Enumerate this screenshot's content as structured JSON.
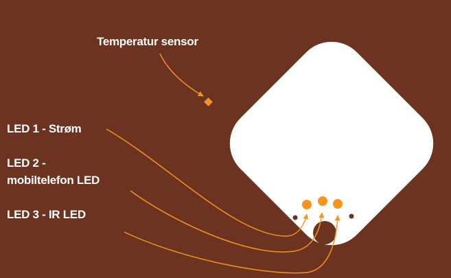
{
  "labels": {
    "temp_sensor": "Temperatur sensor",
    "led1": "LED 1 - Strøm",
    "led2_line1": "LED 2 -",
    "led2_line2": "mobiltelefon LED",
    "led3": "LED 3 - IR LED"
  },
  "colors": {
    "background": "#6b3320",
    "device": "#ffffff",
    "accent": "#f7941d",
    "hole": "#6b3320"
  }
}
